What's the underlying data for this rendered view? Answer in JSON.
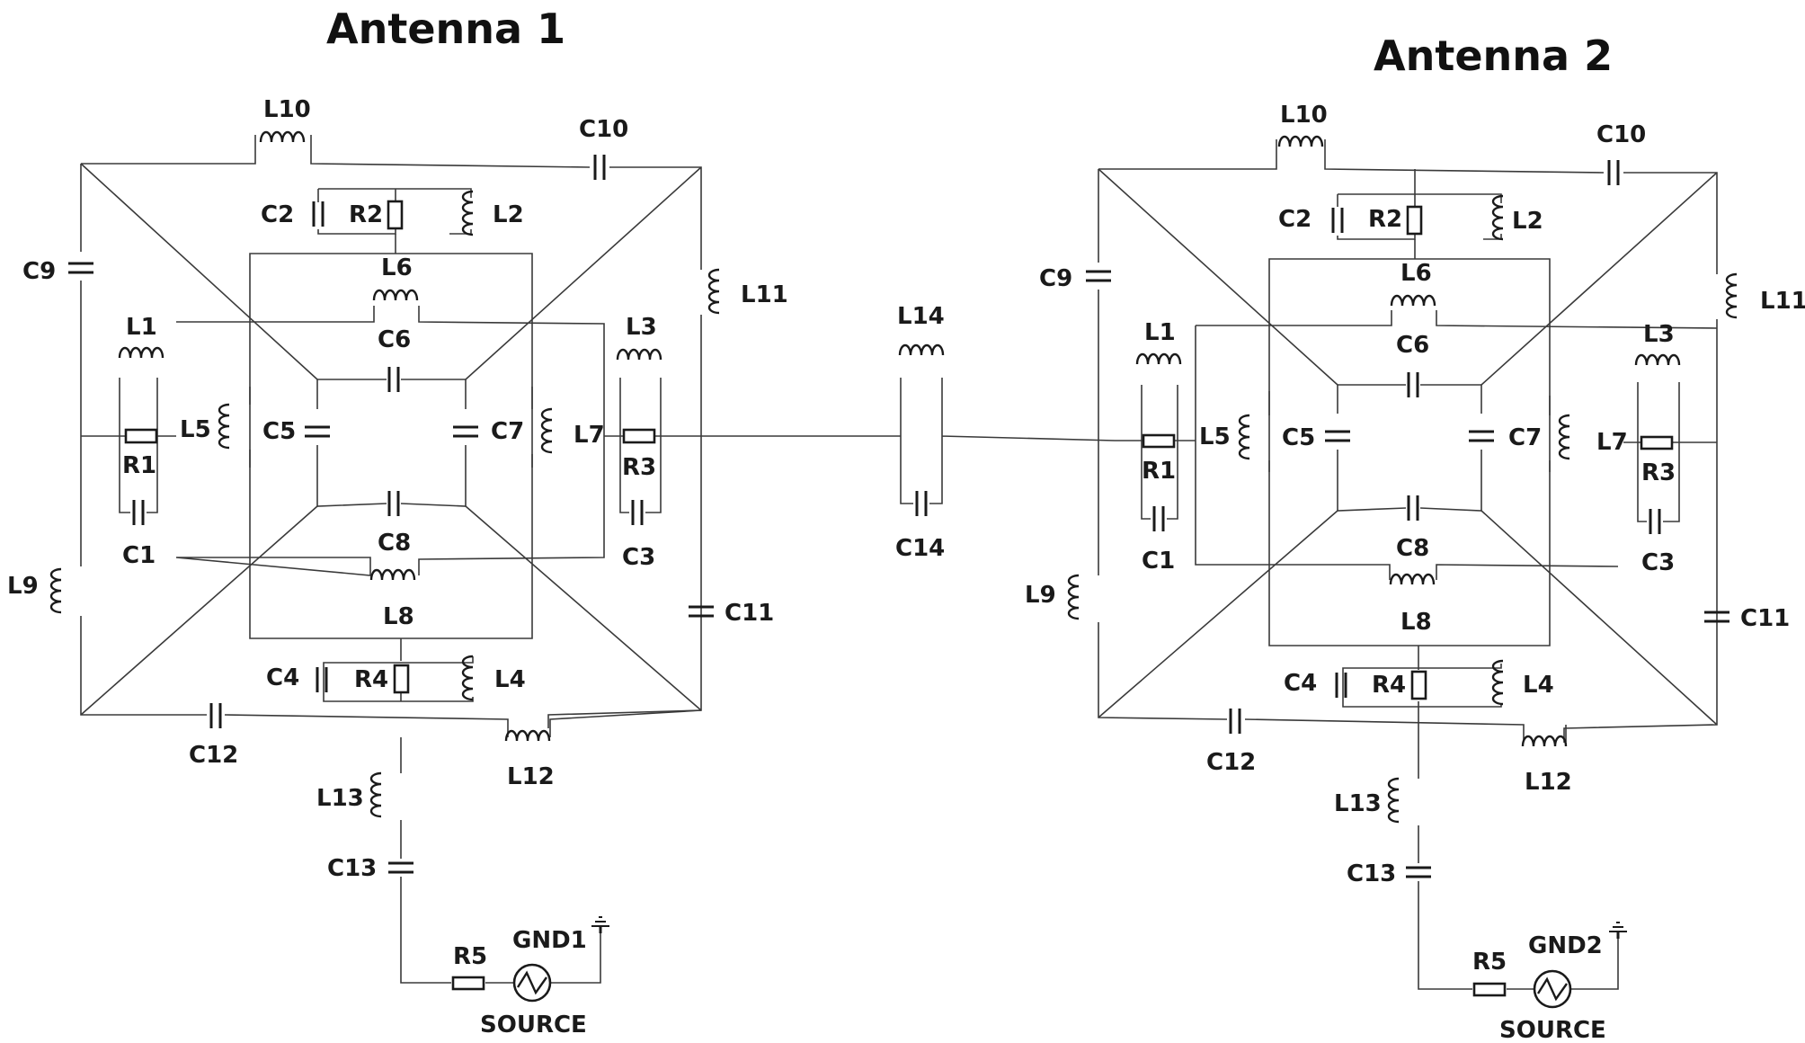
{
  "antennas": [
    {
      "title": "Antenna 1",
      "labels": {
        "L10": "L10",
        "C10": "C10",
        "C9": "C9",
        "L11": "L11",
        "C2": "C2",
        "R2": "R2",
        "L2": "L2",
        "L6": "L6",
        "C6": "C6",
        "L1": "L1",
        "R1": "R1",
        "C1": "C1",
        "L5": "L5",
        "C5": "C5",
        "C7": "C7",
        "L7": "L7",
        "L3": "L3",
        "R3": "R3",
        "C3": "C3",
        "C8": "C8",
        "L8": "L8",
        "L9": "L9",
        "C11": "C11",
        "C4": "C4",
        "R4": "R4",
        "L4": "L4",
        "C12": "C12",
        "L12": "L12",
        "L13": "L13",
        "C13": "C13",
        "R5": "R5",
        "GND": "GND1",
        "SOURCE": "SOURCE"
      }
    },
    {
      "title": "Antenna 2",
      "labels": {
        "L10": "L10",
        "C10": "C10",
        "C9": "C9",
        "L11": "L11",
        "C2": "C2",
        "R2": "R2",
        "L2": "L2",
        "L6": "L6",
        "C6": "C6",
        "L1": "L1",
        "R1": "R1",
        "C1": "C1",
        "L5": "L5",
        "C5": "C5",
        "C7": "C7",
        "L7": "L7",
        "L3": "L3",
        "R3": "R3",
        "C3": "C3",
        "C8": "C8",
        "L8": "L8",
        "L9": "L9",
        "C11": "C11",
        "C4": "C4",
        "R4": "R4",
        "L4": "L4",
        "C12": "C12",
        "L12": "L12",
        "L13": "L13",
        "C13": "C13",
        "R5": "R5",
        "GND": "GND2",
        "SOURCE": "SOURCE"
      }
    }
  ],
  "coupling": {
    "L14": "L14",
    "C14": "C14"
  }
}
